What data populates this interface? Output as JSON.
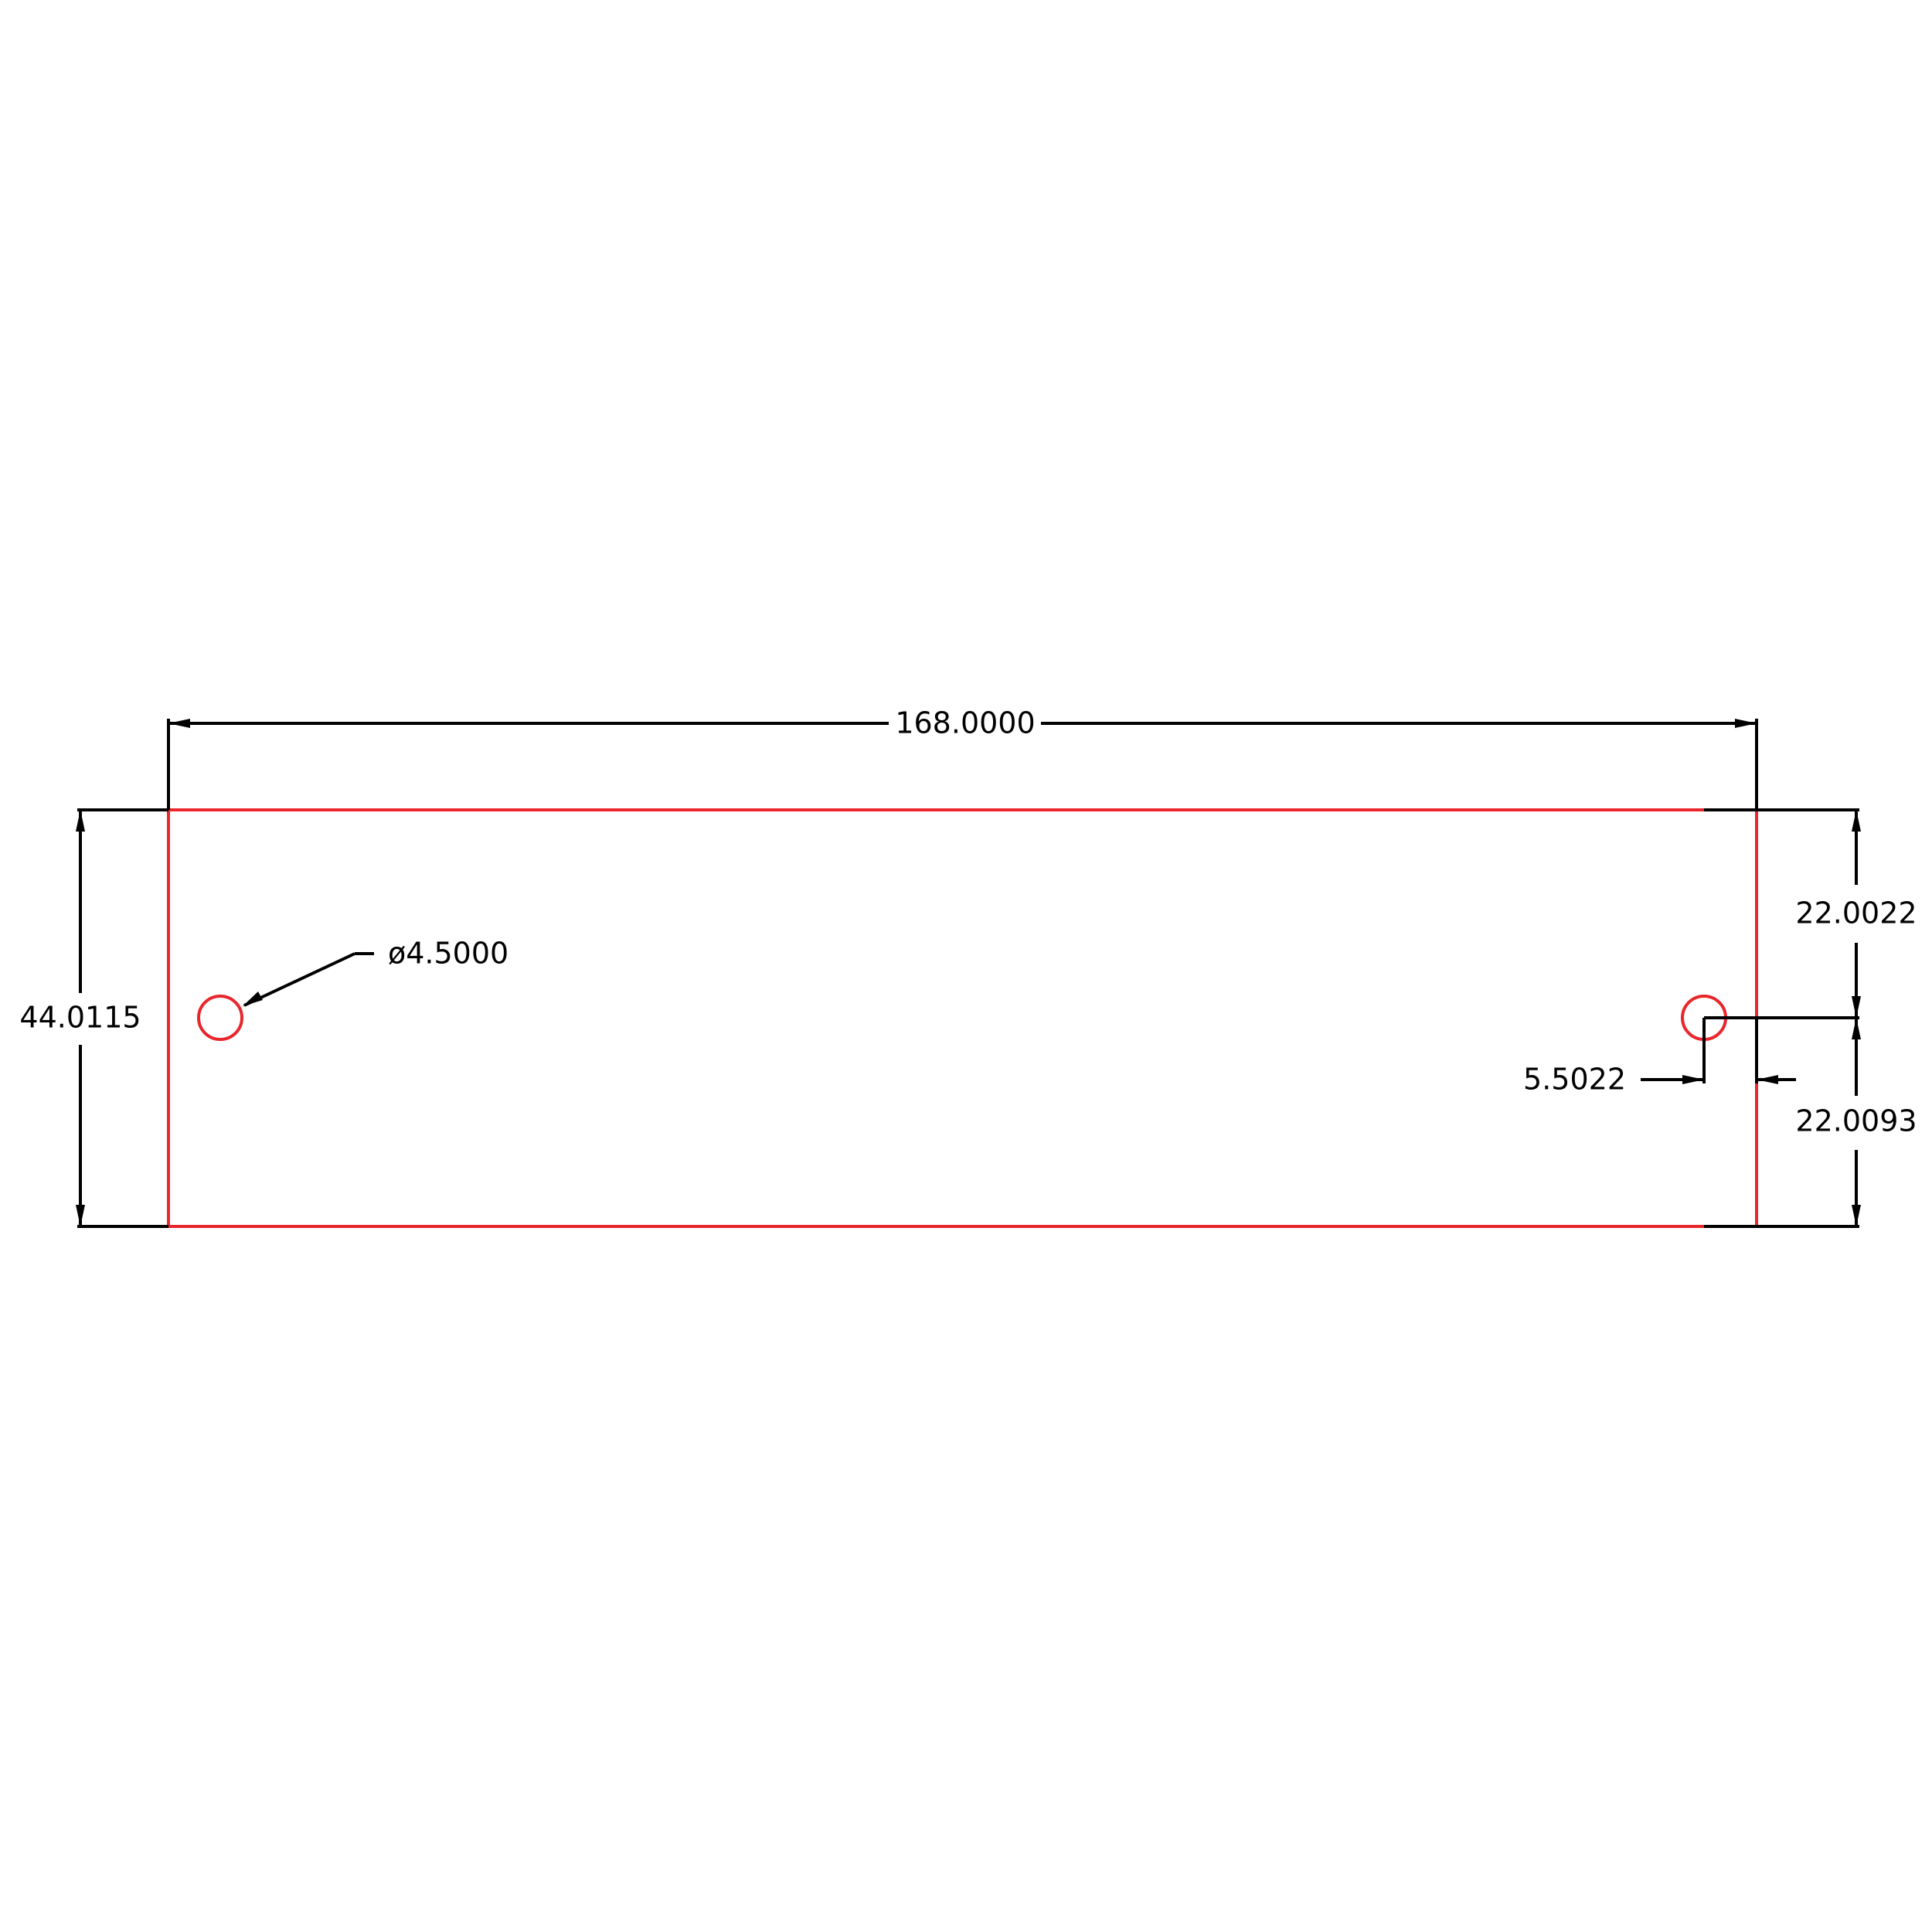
{
  "drawing": {
    "part_color": "#e8262c",
    "dimension_color": "#000000",
    "dimensions": {
      "overall_width": "168.0000",
      "overall_height": "44.0115",
      "hole_diameter": "ø4.5000",
      "hole_top_offset": "22.0022",
      "hole_bottom_offset": "22.0093",
      "hole_edge_offset": "5.5022"
    }
  }
}
